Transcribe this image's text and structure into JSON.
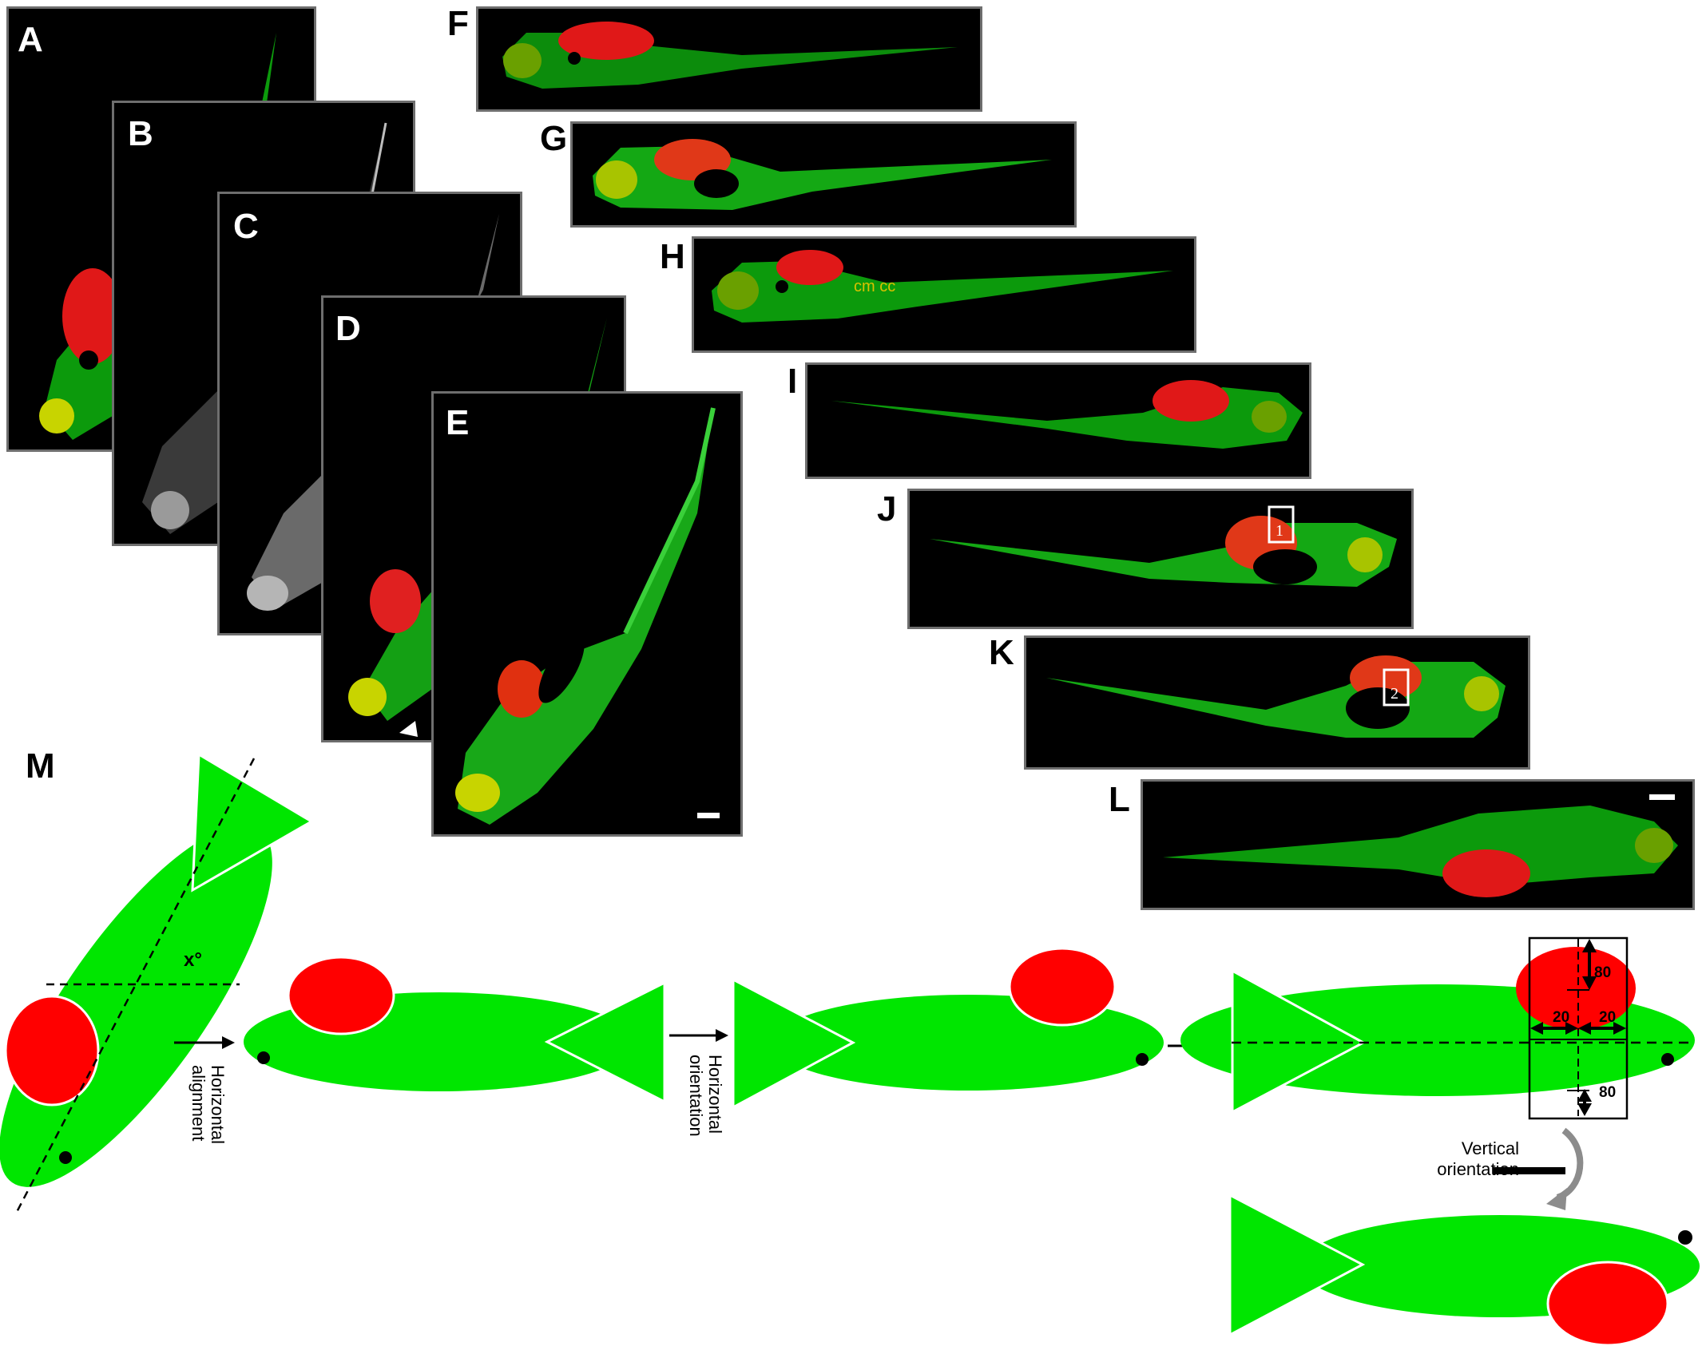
{
  "panel_labels": {
    "A": "A",
    "B": "B",
    "C": "C",
    "D": "D",
    "E": "E",
    "F": "F",
    "G": "G",
    "H": "H",
    "I": "I",
    "J": "J",
    "K": "K",
    "L": "L",
    "M": "M"
  },
  "annotations": {
    "h_labels": "cm cc",
    "box1": "1",
    "box2": "2"
  },
  "schematic": {
    "angle_label": "x°",
    "step1": "Horizontal\nalignment",
    "step1_line1": "Horizontal",
    "step1_line2": "alignment",
    "step2_line1": "Horizontal",
    "step2_line2": "orientation",
    "step3_line1": "Vertical",
    "step3_line2": "orientation",
    "dim_top": "80",
    "dim_left": "20",
    "dim_right": "20",
    "dim_bottom": "80"
  },
  "colors": {
    "body": "#00e000",
    "organ": "#ff0000",
    "background": "#000000",
    "frame": "#6e6e6e"
  }
}
